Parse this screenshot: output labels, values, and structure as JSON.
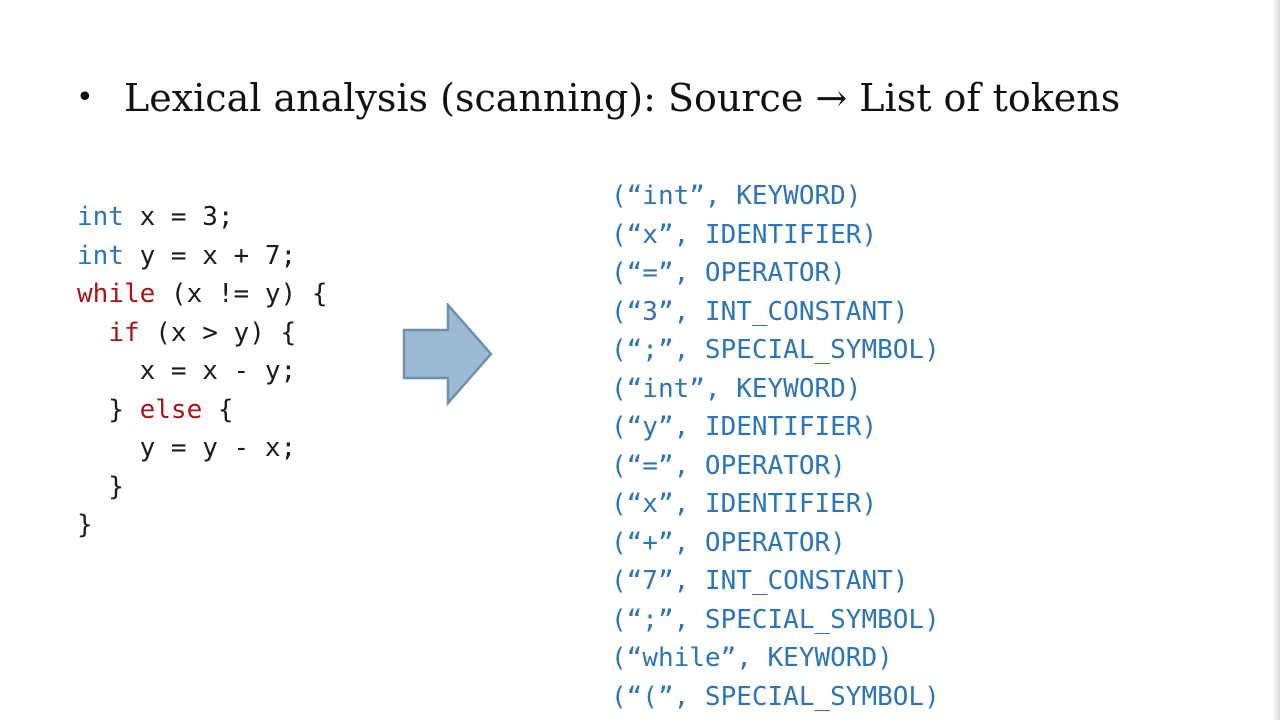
{
  "slide": {
    "bullet": {
      "marker": "•",
      "text": "Lexical analysis (scanning): Source → List of tokens"
    },
    "code": {
      "lines": [
        [
          {
            "t": "int",
            "c": "kw-type"
          },
          {
            "t": " x = 3;",
            "c": "plain"
          }
        ],
        [
          {
            "t": "int",
            "c": "kw-type"
          },
          {
            "t": " y = x + 7;",
            "c": "plain"
          }
        ],
        [
          {
            "t": "while",
            "c": "kw-ctrl"
          },
          {
            "t": " (x != y) {",
            "c": "plain"
          }
        ],
        [
          {
            "t": "  ",
            "c": "plain"
          },
          {
            "t": "if",
            "c": "kw-ctrl"
          },
          {
            "t": " (x > y) {",
            "c": "plain"
          }
        ],
        [
          {
            "t": "    x = x - y;",
            "c": "plain"
          }
        ],
        [
          {
            "t": "  } ",
            "c": "plain"
          },
          {
            "t": "else",
            "c": "kw-ctrl"
          },
          {
            "t": " {",
            "c": "plain"
          }
        ],
        [
          {
            "t": "    y = y - x;",
            "c": "plain"
          }
        ],
        [
          {
            "t": "  }",
            "c": "plain"
          }
        ],
        [
          {
            "t": "}",
            "c": "plain"
          }
        ]
      ]
    },
    "arrow": {
      "icon": "right-block-arrow-icon",
      "fill": "#9dbad5",
      "stroke": "#6f8fab"
    },
    "tokens": [
      "(“int”, KEYWORD)",
      "(“x”, IDENTIFIER)",
      "(“=”, OPERATOR)",
      "(“3”, INT_CONSTANT)",
      "(“;”, SPECIAL_SYMBOL)",
      "(“int”, KEYWORD)",
      "(“y”, IDENTIFIER)",
      "(“=”, OPERATOR)",
      "(“x”, IDENTIFIER)",
      "(“+”, OPERATOR)",
      "(“7”, INT_CONSTANT)",
      "(“;”, SPECIAL_SYMBOL)",
      "(“while”, KEYWORD)",
      "(“(”, SPECIAL_SYMBOL)"
    ],
    "colors": {
      "type_keyword": "#2e75b6",
      "control_keyword": "#a4161a",
      "token_text": "#2e75b6",
      "body_text": "#111111"
    }
  }
}
